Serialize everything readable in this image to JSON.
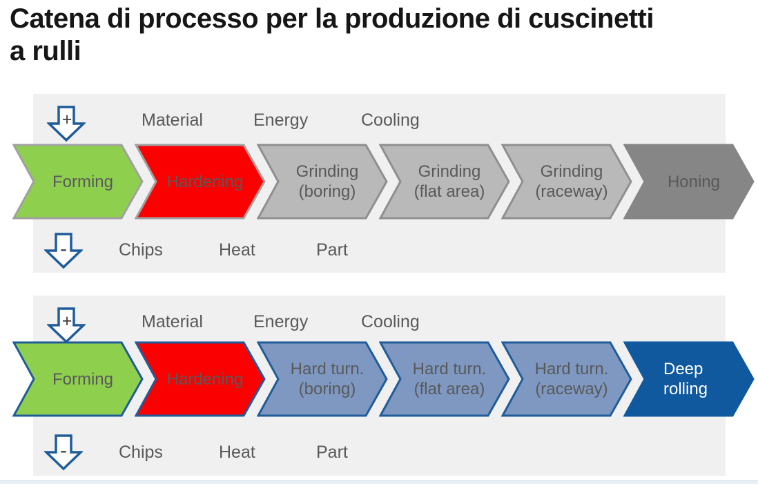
{
  "title": "Catena di processo per la produzione di cuscinetti a rulli",
  "colors": {
    "accent_blue": "#1f5c99",
    "panel_background": "#f0f0f0",
    "green": "#8ed04e",
    "red": "#fa0000",
    "gray": "#b9b9b9",
    "dark_gray": "#868686",
    "steel_blue": "#7e98c2",
    "dark_blue": "#10599e",
    "label_text": "#595959",
    "footer_strip": "#e8f0f7"
  },
  "panels": [
    {
      "name": "grinding-process-chain",
      "inputs": {
        "sign": "+",
        "labels": [
          "Material",
          "Energy",
          "Cooling"
        ]
      },
      "outputs": {
        "sign": "-",
        "labels": [
          "Chips",
          "Heat",
          "Part"
        ]
      },
      "steps": [
        {
          "line1": "Forming",
          "line2": "",
          "fill": "#8ed04e",
          "border": "#a0a0a0",
          "text": "#595959"
        },
        {
          "line1": "Hardening",
          "line2": "",
          "fill": "#fa0000",
          "border": "#a0a0a0",
          "text": "#595959"
        },
        {
          "line1": "Grinding",
          "line2": "(boring)",
          "fill": "#b9b9b9",
          "border": "#8f8f8f",
          "text": "#595959"
        },
        {
          "line1": "Grinding",
          "line2": "(flat area)",
          "fill": "#b9b9b9",
          "border": "#8f8f8f",
          "text": "#595959"
        },
        {
          "line1": "Grinding",
          "line2": "(raceway)",
          "fill": "#b9b9b9",
          "border": "#8f8f8f",
          "text": "#595959"
        },
        {
          "line1": "Honing",
          "line2": "",
          "fill": "#868686",
          "border": "#868686",
          "text": "#4f4f4f"
        }
      ]
    },
    {
      "name": "hard-turning-process-chain",
      "inputs": {
        "sign": "+",
        "labels": [
          "Material",
          "Energy",
          "Cooling"
        ]
      },
      "outputs": {
        "sign": "-",
        "labels": [
          "Chips",
          "Heat",
          "Part"
        ]
      },
      "steps": [
        {
          "line1": "Forming",
          "line2": "",
          "fill": "#8ed04e",
          "border": "#1f5c99",
          "text": "#595959"
        },
        {
          "line1": "Hardening",
          "line2": "",
          "fill": "#fa0000",
          "border": "#1f5c99",
          "text": "#595959"
        },
        {
          "line1": "Hard turn.",
          "line2": "(boring)",
          "fill": "#7e98c2",
          "border": "#1f5c99",
          "text": "#595959"
        },
        {
          "line1": "Hard turn.",
          "line2": "(flat area)",
          "fill": "#7e98c2",
          "border": "#1f5c99",
          "text": "#595959"
        },
        {
          "line1": "Hard turn.",
          "line2": "(raceway)",
          "fill": "#7e98c2",
          "border": "#1f5c99",
          "text": "#595959"
        },
        {
          "line1": "Deep",
          "line2": "rolling",
          "fill": "#10599e",
          "border": "#10599e",
          "text": "#ffffff"
        }
      ]
    }
  ]
}
